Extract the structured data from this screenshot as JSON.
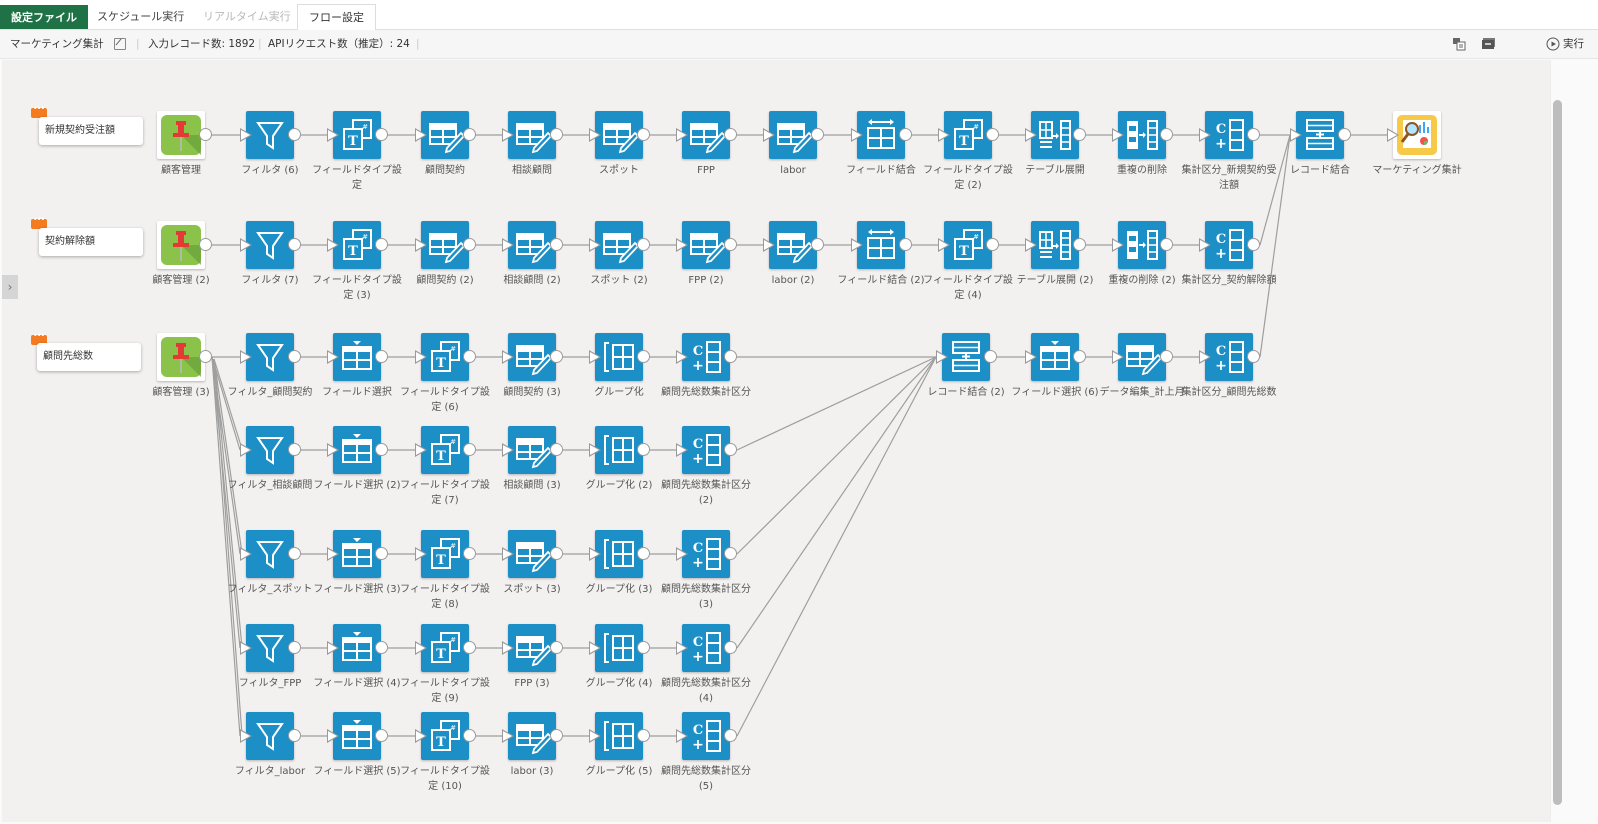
{
  "tabs": [
    {
      "label": "設定ファイル",
      "state": "brand"
    },
    {
      "label": "スケジュール実行",
      "state": "normal"
    },
    {
      "label": "リアルタイム実行",
      "state": "disabled"
    },
    {
      "label": "フロー設定",
      "state": "active"
    }
  ],
  "infobar": {
    "flow_name": "マーケティング集計",
    "input_records": "入力レコード数: 1892",
    "api_requests": "APIリクエスト数（推定）: 24",
    "run_label": "実行"
  },
  "colors": {
    "brand": "#1e7245",
    "node": "#1c8fc6",
    "note": "#f47b20",
    "canvas": "#f3f1f0"
  },
  "notes": [
    {
      "text": "新規契約受注額"
    },
    {
      "text": "契約解除額"
    },
    {
      "text": "顧問先総数"
    }
  ],
  "rows": {
    "r1": [
      "顧客管理",
      "フィルタ (6)",
      "フィールドタイプ設定",
      "顧問契約",
      "相談顧問",
      "スポット",
      "FPP",
      "labor",
      "フィールド結合",
      "フィールドタイプ設定 (2)",
      "テーブル展開",
      "重複の削除",
      "集計区分_新規契約受注額",
      "レコード結合",
      "マーケティング集計"
    ],
    "r2": [
      "顧客管理 (2)",
      "フィルタ (7)",
      "フィールドタイプ設定 (3)",
      "顧問契約 (2)",
      "相談顧問 (2)",
      "スポット (2)",
      "FPP (2)",
      "labor (2)",
      "フィールド結合 (2)",
      "フィールドタイプ設定 (4)",
      "テーブル展開 (2)",
      "重複の削除 (2)",
      "集計区分_契約解除額"
    ],
    "r3": [
      "顧客管理 (3)",
      "フィルタ_顧問契約",
      "フィールド選択",
      "フィールドタイプ設定 (6)",
      "顧問契約 (3)",
      "グループ化",
      "顧問先総数集計区分",
      "レコード結合 (2)",
      "フィールド選択 (6)",
      "データ編集_計上月",
      "集計区分_顧問先総数"
    ],
    "r4": [
      "フィルタ_相談顧問",
      "フィールド選択 (2)",
      "フィールドタイプ設定 (7)",
      "相談顧問 (3)",
      "グループ化 (2)",
      "顧問先総数集計区分 (2)"
    ],
    "r5": [
      "フィルタ_スポット",
      "フィールド選択 (3)",
      "フィールドタイプ設定 (8)",
      "スポット (3)",
      "グループ化 (3)",
      "顧問先総数集計区分 (3)"
    ],
    "r6": [
      "フィルタ_FPP",
      "フィールド選択 (4)",
      "フィールドタイプ設定 (9)",
      "FPP (3)",
      "グループ化 (4)",
      "顧問先総数集計区分 (4)"
    ],
    "r7": [
      "フィルタ_labor",
      "フィールド選択 (5)",
      "フィールドタイプ設定 (10)",
      "labor (3)",
      "グループ化 (5)",
      "顧問先総数集計区分 (5)"
    ]
  }
}
